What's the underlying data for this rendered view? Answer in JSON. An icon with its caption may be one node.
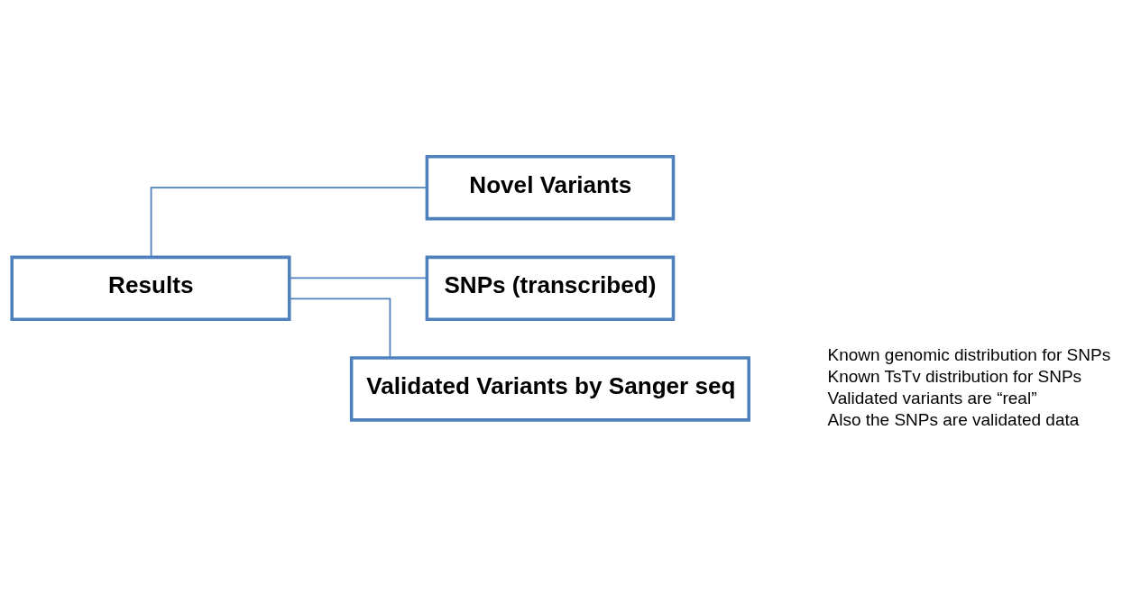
{
  "diagram": {
    "nodes": [
      {
        "text": [
          "Results"
        ]
      },
      {
        "text": [
          "Novel Variants"
        ]
      },
      {
        "text": [
          "SNPs (transcribed)"
        ]
      },
      {
        "text": [
          "Validated Variants by Sanger seq"
        ],
        "beside": [
          "Known genomic distribution for SNPs",
          "Known TsTv distribution for SNPs",
          "Validated variants are “real”",
          "Also the SNPs are validated data"
        ]
      }
    ],
    "edges": [
      {
        "from": 0,
        "to": 1,
        "arrow": "none"
      },
      {
        "from": 0,
        "to": 2,
        "arrow": "none"
      },
      {
        "from": 0,
        "to": 3,
        "arrow": "none"
      }
    ]
  }
}
